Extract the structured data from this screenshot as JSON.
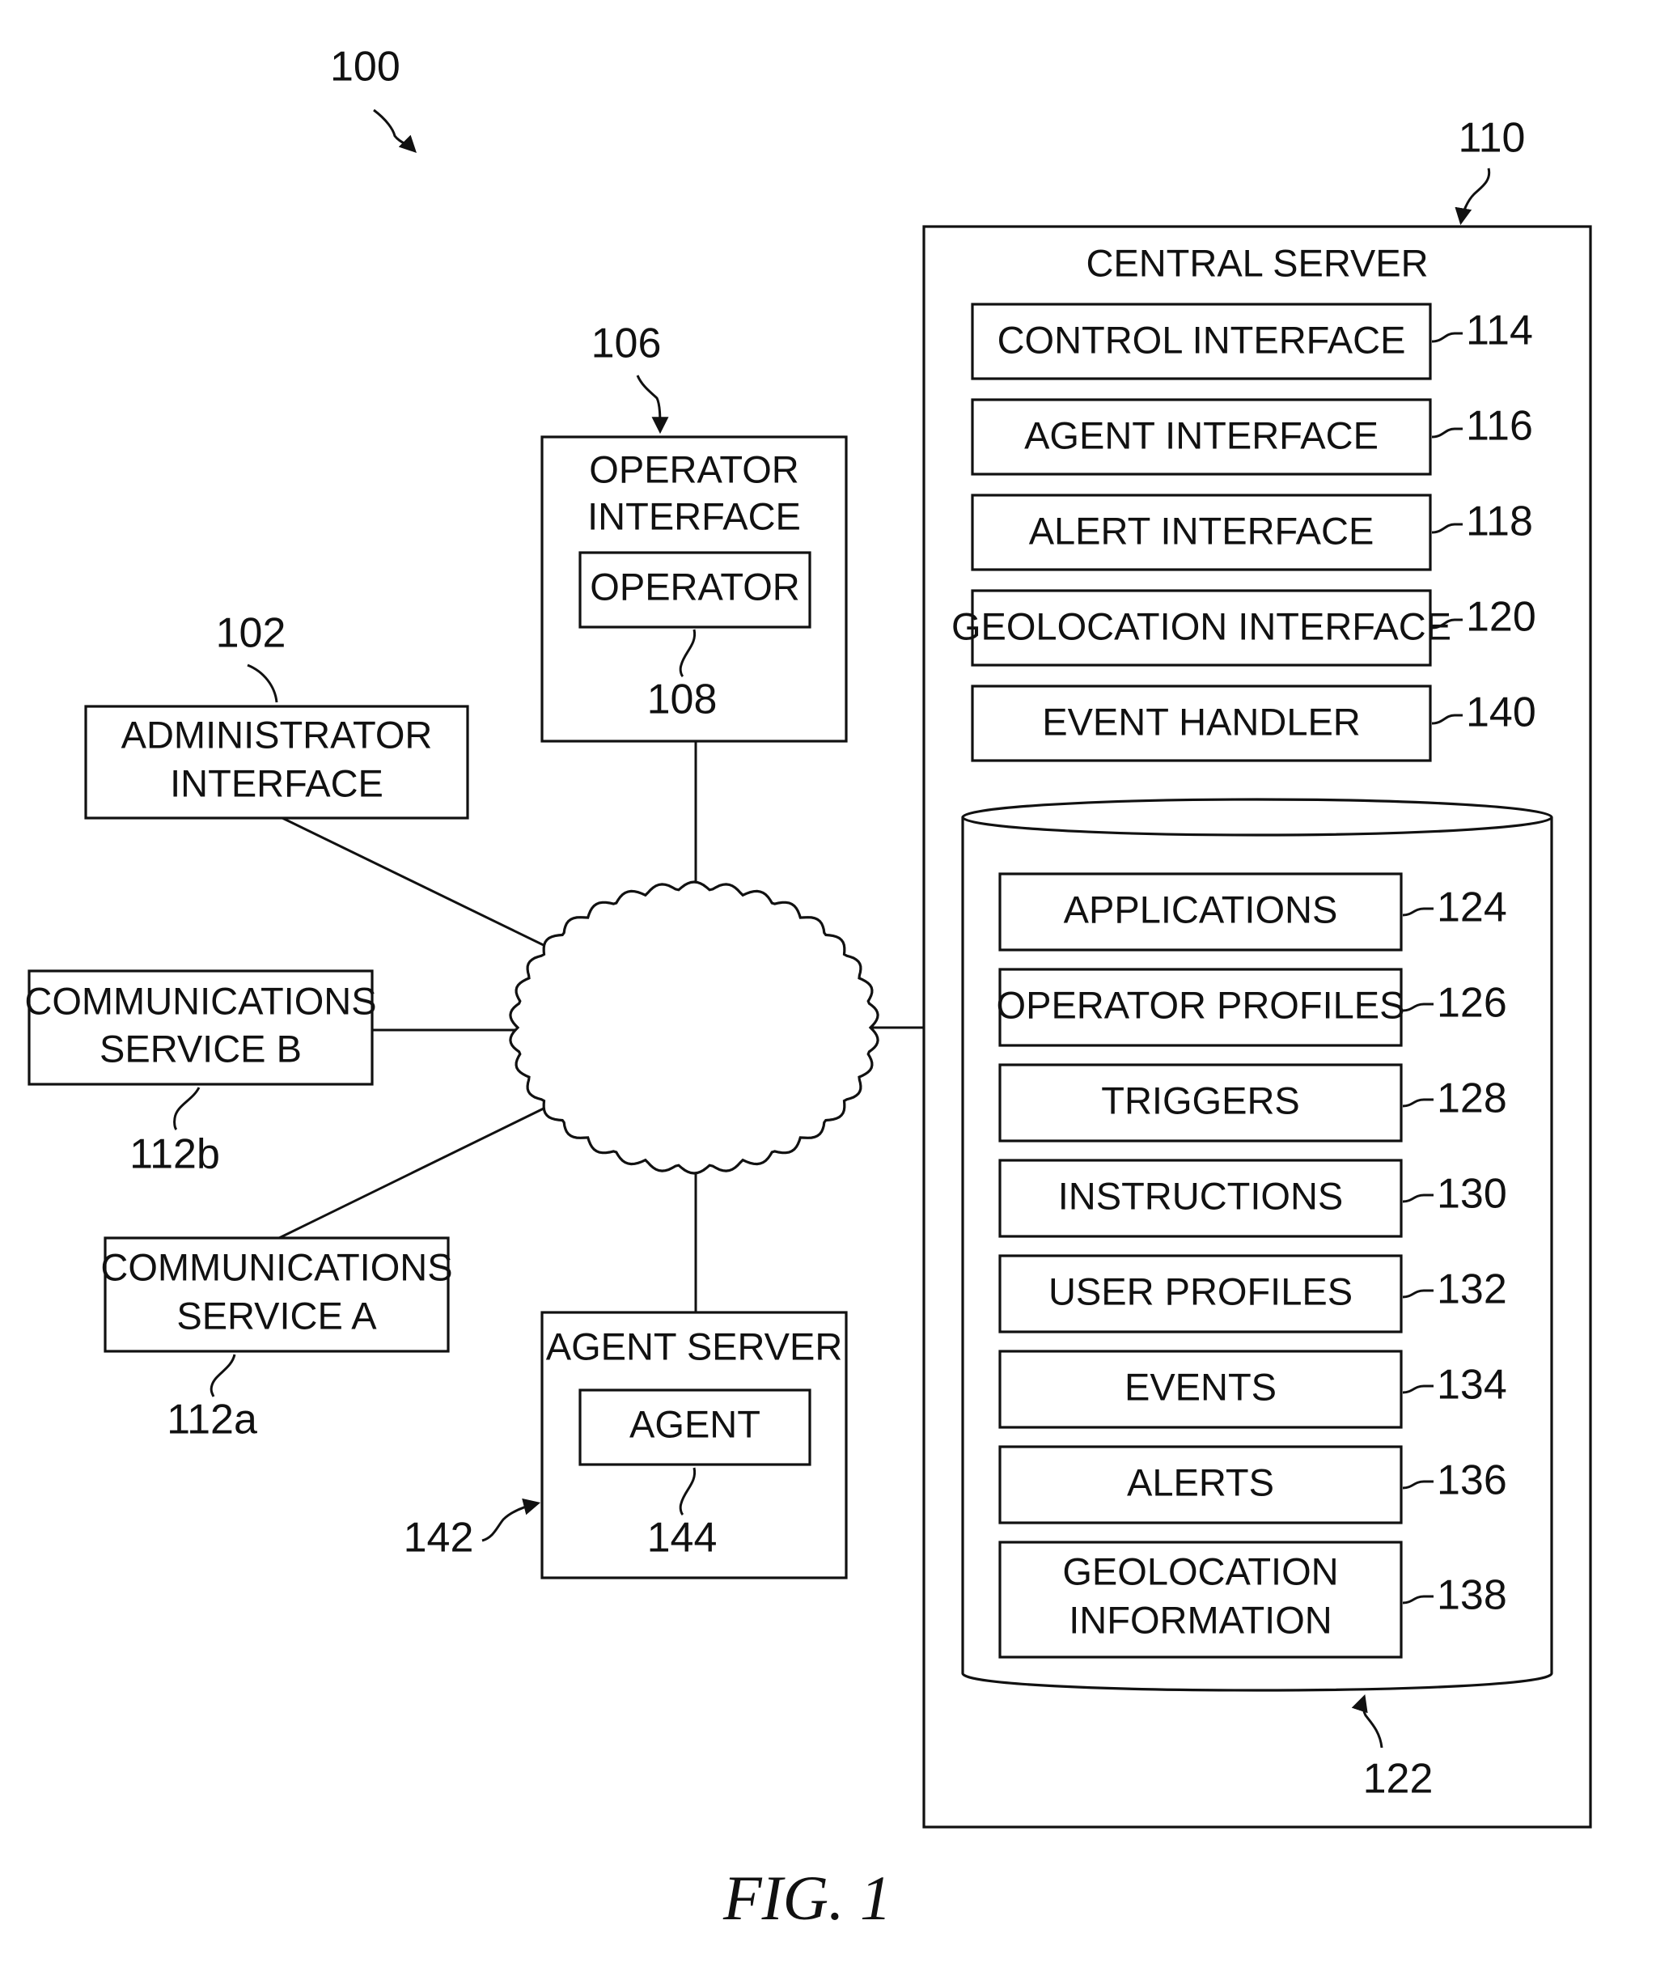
{
  "figure": {
    "caption": "FIG. 1",
    "system_ref": "100"
  },
  "administrator_interface": {
    "line1": "ADMINISTRATOR",
    "line2": "INTERFACE",
    "ref": "102"
  },
  "operator_interface": {
    "line1": "OPERATOR",
    "line2": "INTERFACE",
    "ref": "106",
    "operator_label": "OPERATOR",
    "operator_ref": "108"
  },
  "communications_service_b": {
    "line1": "COMMUNICATIONS",
    "line2": "SERVICE B",
    "ref": "112b"
  },
  "communications_service_a": {
    "line1": "COMMUNICATIONS",
    "line2": "SERVICE A",
    "ref": "112a"
  },
  "agent_server": {
    "title": "AGENT SERVER",
    "ref": "142",
    "agent_label": "AGENT",
    "agent_ref": "144"
  },
  "central_server": {
    "title": "CENTRAL SERVER",
    "ref": "110",
    "interfaces": [
      {
        "label": "CONTROL INTERFACE",
        "ref": "114"
      },
      {
        "label": "AGENT INTERFACE",
        "ref": "116"
      },
      {
        "label": "ALERT INTERFACE",
        "ref": "118"
      },
      {
        "label": "GEOLOCATION INTERFACE",
        "ref": "120"
      },
      {
        "label": "EVENT HANDLER",
        "ref": "140"
      }
    ],
    "database": {
      "ref": "122",
      "items": [
        {
          "label": "APPLICATIONS",
          "ref": "124"
        },
        {
          "label": "OPERATOR PROFILES",
          "ref": "126"
        },
        {
          "label": "TRIGGERS",
          "ref": "128"
        },
        {
          "label": "INSTRUCTIONS",
          "ref": "130"
        },
        {
          "label": "USER PROFILES",
          "ref": "132"
        },
        {
          "label": "EVENTS",
          "ref": "134"
        },
        {
          "label": "ALERTS",
          "ref": "136"
        },
        {
          "label": "GEOLOCATION",
          "label2": "INFORMATION",
          "ref": "138"
        }
      ]
    }
  }
}
